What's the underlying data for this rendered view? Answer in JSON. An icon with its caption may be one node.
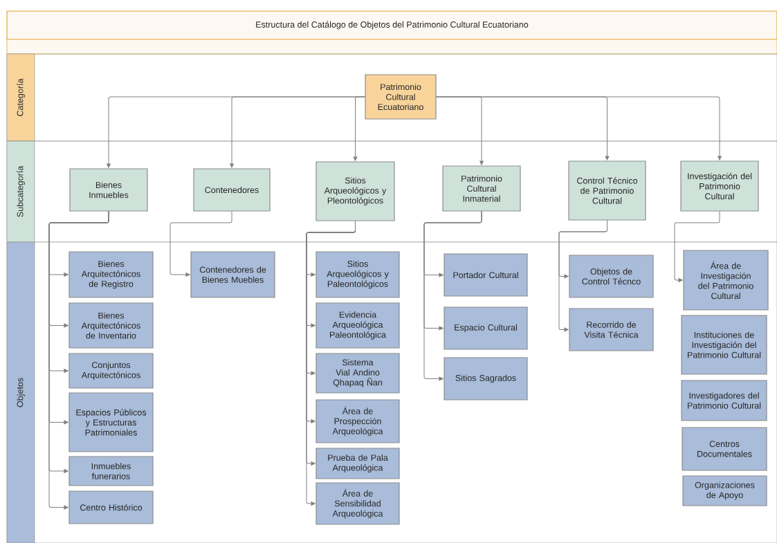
{
  "diagram": {
    "title": "Estructura del Catálogo de Objetos del Patrimonio Cultural Ecuatoriano",
    "nodes": [
      {
        "text": [
          "Categoría"
        ]
      },
      {
        "text": [
          "Subcategoría"
        ]
      },
      {
        "text": [
          "Objetos"
        ]
      },
      {
        "text": [
          "Patrimonio Cultural Ecuatoriano"
        ],
        "in": 0
      },
      {
        "text": [
          "Bienes Inmuebles"
        ],
        "in": 1
      },
      {
        "text": [
          "Contenedores"
        ],
        "in": 1
      },
      {
        "text": [
          "Sitios Arqueológicos y Pleontológicos"
        ],
        "in": 1
      },
      {
        "text": [
          "Patrimonio Cultural Inmaterial"
        ],
        "in": 1
      },
      {
        "text": [
          "Control Técnico de Patrimonio Cultural"
        ],
        "in": 1
      },
      {
        "text": [
          "Investigación del Patrimonio Cultural"
        ],
        "in": 1
      },
      {
        "text": [
          "Bienes Arquitectónicos de Registro"
        ],
        "in": 2
      },
      {
        "text": [
          "Bienes Arquitectónicos de Inventario"
        ],
        "in": 2
      },
      {
        "text": [
          "Conjuntos Arquitectónicos"
        ],
        "in": 2
      },
      {
        "text": [
          "Espacios Públicos y Estructuras Patrimoniales"
        ],
        "in": 2
      },
      {
        "text": [
          "Inmuebles funerarios"
        ],
        "in": 2
      },
      {
        "text": [
          "Centro Histórico"
        ],
        "in": 2
      },
      {
        "text": [
          "Contenedores de Bienes Muebles"
        ],
        "in": 2
      },
      {
        "text": [
          "Sitios Arqueológicos y Paleontológicos"
        ],
        "in": 2
      },
      {
        "text": [
          "Evidencia Arqueológica Paleontológica"
        ],
        "in": 2
      },
      {
        "text": [
          "Sistema Vial Andino Qhapaq Ñan"
        ],
        "in": 2
      },
      {
        "text": [
          "Área de Prospección Arqueológica"
        ],
        "in": 2
      },
      {
        "text": [
          "Prueba de Pala Arqueológica"
        ],
        "in": 2
      },
      {
        "text": [
          "Área de Sensibilidad Arqueológica"
        ],
        "in": 2
      },
      {
        "text": [
          "Portador Cultural"
        ],
        "in": 2
      },
      {
        "text": [
          "Espacio Cultural"
        ],
        "in": 2
      },
      {
        "text": [
          "Sitios Sagrados"
        ],
        "in": 2
      },
      {
        "text": [
          "Objetos de Control Técnco"
        ],
        "in": 2
      },
      {
        "text": [
          "Recorrido de Visita Técnica"
        ],
        "in": 2
      },
      {
        "text": [
          "Área de Investigación del Patrimonio Cultural"
        ],
        "in": 2
      },
      {
        "text": [
          "Instituciones de Investigación del Patrimonio Cultural"
        ],
        "in": 2
      },
      {
        "text": [
          "Investigadores del Patrimonio Cultural"
        ],
        "in": 2
      },
      {
        "text": [
          "Centros Documentales"
        ],
        "in": 2
      },
      {
        "text": [
          "Organizaciones de Apoyo"
        ],
        "in": 2
      }
    ],
    "edges": [
      {
        "from": 3,
        "to": 4,
        "arrow": "to"
      },
      {
        "from": 3,
        "to": 5,
        "arrow": "to"
      },
      {
        "from": 3,
        "to": 6,
        "arrow": "to"
      },
      {
        "from": 3,
        "to": 7,
        "arrow": "to"
      },
      {
        "from": 3,
        "to": 8,
        "arrow": "to"
      },
      {
        "from": 3,
        "to": 9,
        "arrow": "to"
      },
      {
        "from": 4,
        "to": 10,
        "arrow": "to"
      },
      {
        "from": 4,
        "to": 11,
        "arrow": "to"
      },
      {
        "from": 4,
        "to": 12,
        "arrow": "to"
      },
      {
        "from": 4,
        "to": 13,
        "arrow": "to"
      },
      {
        "from": 4,
        "to": 14,
        "arrow": "to"
      },
      {
        "from": 4,
        "to": 15,
        "arrow": "to"
      },
      {
        "from": 5,
        "to": 16,
        "arrow": "to"
      },
      {
        "from": 6,
        "to": 17,
        "arrow": "to"
      },
      {
        "from": 6,
        "to": 18,
        "arrow": "to"
      },
      {
        "from": 6,
        "to": 19,
        "arrow": "to"
      },
      {
        "from": 6,
        "to": 20,
        "arrow": "to"
      },
      {
        "from": 6,
        "to": 21,
        "arrow": "to"
      },
      {
        "from": 6,
        "to": 22,
        "arrow": "to"
      },
      {
        "from": 7,
        "to": 23,
        "arrow": "to"
      },
      {
        "from": 7,
        "to": 24,
        "arrow": "to"
      },
      {
        "from": 7,
        "to": 25,
        "arrow": "to"
      },
      {
        "from": 8,
        "to": 26,
        "arrow": "to"
      },
      {
        "from": 8,
        "to": 27,
        "arrow": "to"
      },
      {
        "from": 9,
        "to": 28,
        "arrow": "to"
      }
    ]
  }
}
